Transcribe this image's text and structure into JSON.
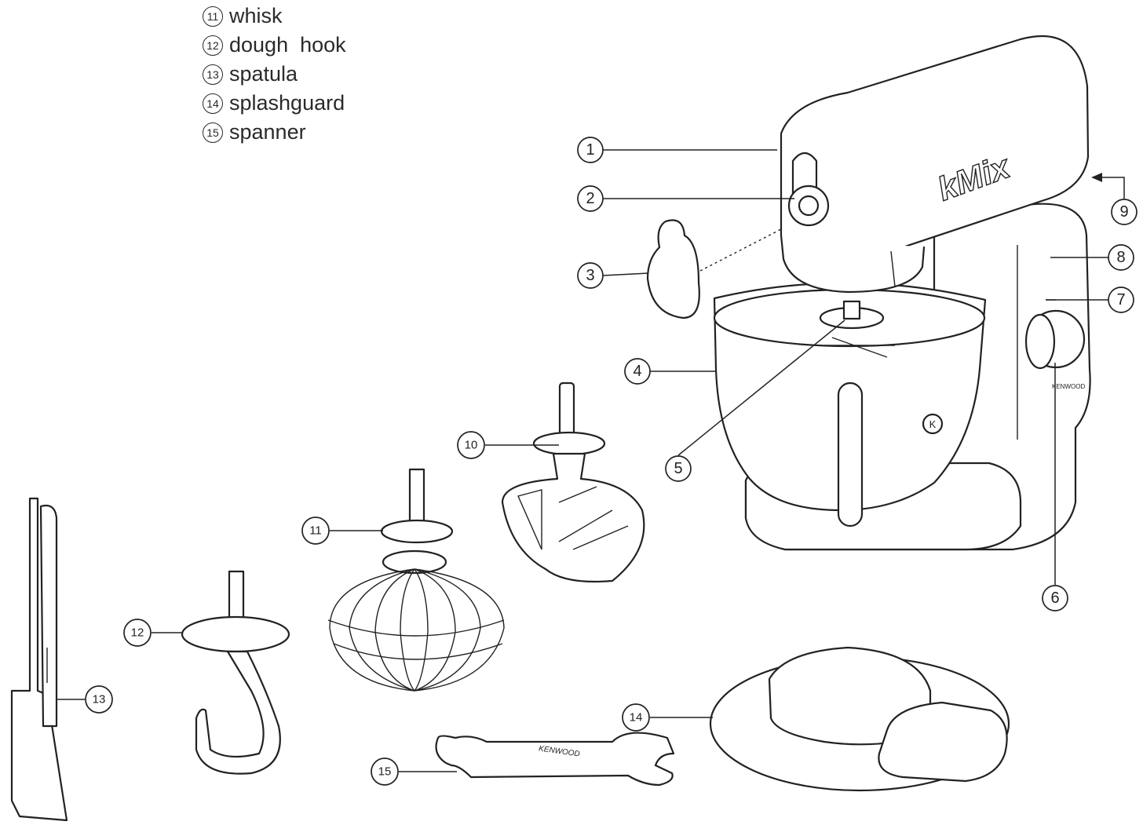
{
  "legend": [
    {
      "number": "11",
      "label": "whisk"
    },
    {
      "number": "12",
      "label": "dough  hook"
    },
    {
      "number": "13",
      "label": "spatula"
    },
    {
      "number": "14",
      "label": "splashguard"
    },
    {
      "number": "15",
      "label": "spanner"
    }
  ],
  "callouts": [
    "1",
    "2",
    "3",
    "4",
    "5",
    "6",
    "7",
    "8",
    "9",
    "10",
    "11",
    "12",
    "13",
    "14",
    "15"
  ],
  "brand": {
    "logo": "kMix",
    "spanner_text": "KENWOOD",
    "knob_text": "KENWOOD"
  }
}
